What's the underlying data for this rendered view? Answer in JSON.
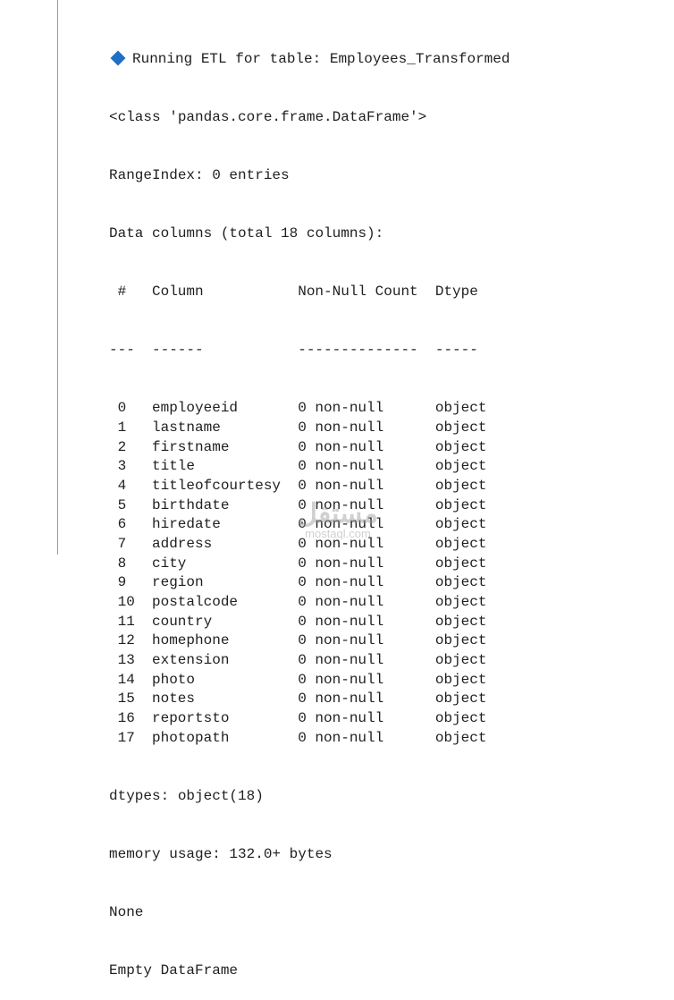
{
  "output": {
    "header_icon": "blue-diamond-icon",
    "header_icon_color": "#1f6fc4",
    "header": "Running ETL for table: Employees_Transformed",
    "class_line": "<class 'pandas.core.frame.DataFrame'>",
    "range_index": "RangeIndex: 0 entries",
    "data_columns": "Data columns (total 18 columns):",
    "table_headers": {
      "idx": "#",
      "column": "Column",
      "non_null": "Non-Null Count",
      "dtype": "Dtype"
    },
    "table_separators": {
      "idx": "---",
      "column": "------",
      "non_null": "--------------",
      "dtype": "-----"
    },
    "rows": [
      {
        "idx": "0",
        "column": "employeeid",
        "non_null": "0 non-null",
        "dtype": "object"
      },
      {
        "idx": "1",
        "column": "lastname",
        "non_null": "0 non-null",
        "dtype": "object"
      },
      {
        "idx": "2",
        "column": "firstname",
        "non_null": "0 non-null",
        "dtype": "object"
      },
      {
        "idx": "3",
        "column": "title",
        "non_null": "0 non-null",
        "dtype": "object"
      },
      {
        "idx": "4",
        "column": "titleofcourtesy",
        "non_null": "0 non-null",
        "dtype": "object"
      },
      {
        "idx": "5",
        "column": "birthdate",
        "non_null": "0 non-null",
        "dtype": "object"
      },
      {
        "idx": "6",
        "column": "hiredate",
        "non_null": "0 non-null",
        "dtype": "object"
      },
      {
        "idx": "7",
        "column": "address",
        "non_null": "0 non-null",
        "dtype": "object"
      },
      {
        "idx": "8",
        "column": "city",
        "non_null": "0 non-null",
        "dtype": "object"
      },
      {
        "idx": "9",
        "column": "region",
        "non_null": "0 non-null",
        "dtype": "object"
      },
      {
        "idx": "10",
        "column": "postalcode",
        "non_null": "0 non-null",
        "dtype": "object"
      },
      {
        "idx": "11",
        "column": "country",
        "non_null": "0 non-null",
        "dtype": "object"
      },
      {
        "idx": "12",
        "column": "homephone",
        "non_null": "0 non-null",
        "dtype": "object"
      },
      {
        "idx": "13",
        "column": "extension",
        "non_null": "0 non-null",
        "dtype": "object"
      },
      {
        "idx": "14",
        "column": "photo",
        "non_null": "0 non-null",
        "dtype": "object"
      },
      {
        "idx": "15",
        "column": "notes",
        "non_null": "0 non-null",
        "dtype": "object"
      },
      {
        "idx": "16",
        "column": "reportsto",
        "non_null": "0 non-null",
        "dtype": "object"
      },
      {
        "idx": "17",
        "column": "photopath",
        "non_null": "0 non-null",
        "dtype": "object"
      }
    ],
    "dtypes": "dtypes: object(18)",
    "memory": "memory usage: 132.0+ bytes",
    "none": "None",
    "empty": "Empty DataFrame"
  },
  "watermark": {
    "arabic": "مستقل",
    "latin": "mostaql.com"
  }
}
